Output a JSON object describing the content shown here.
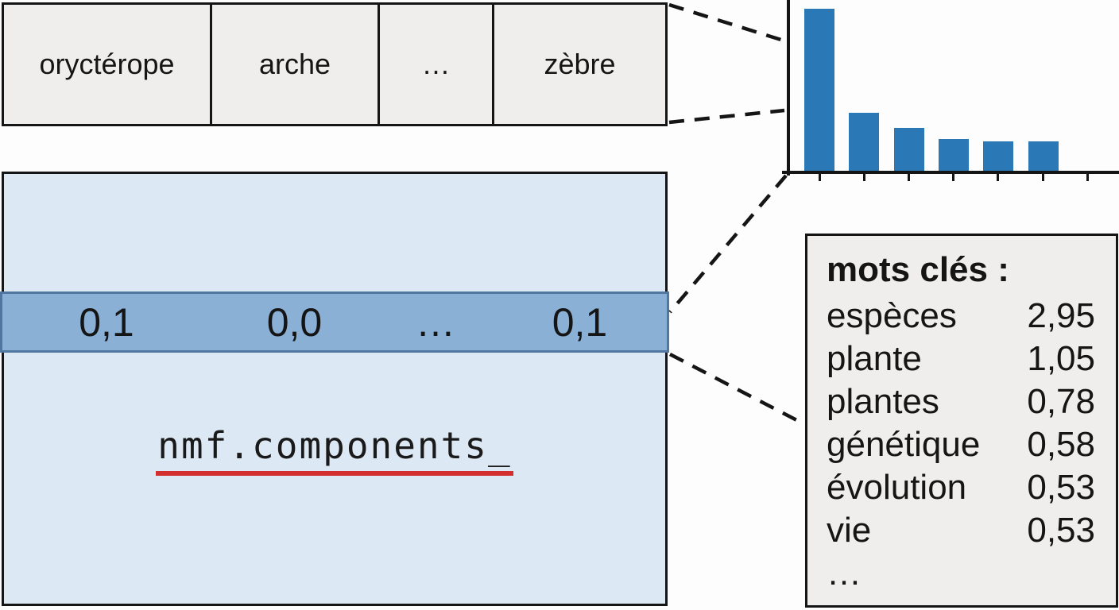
{
  "vocab_row": {
    "cells": [
      "oryctérope",
      "arche",
      "…",
      "zèbre"
    ]
  },
  "matrix": {
    "row_values": [
      "0,1",
      "0,0",
      "…",
      "0,1"
    ],
    "label": "nmf.components_"
  },
  "chart_data": {
    "type": "bar",
    "categories": [
      "espèces",
      "plante",
      "plantes",
      "génétique",
      "évolution",
      "vie"
    ],
    "values": [
      2.95,
      1.05,
      0.78,
      0.58,
      0.53,
      0.53
    ],
    "title": "",
    "xlabel": "",
    "ylabel": "",
    "ylim": [
      0,
      3.1
    ],
    "grid": false,
    "legend": false,
    "x_tick_count": 7,
    "tick_labels_visible": false,
    "bar_color": "#2a78b5"
  },
  "keywords_box": {
    "title": "mots clés :",
    "items": [
      {
        "word": "espèces",
        "value": "2,95"
      },
      {
        "word": "plante",
        "value": "1,05"
      },
      {
        "word": "plantes",
        "value": "0,78"
      },
      {
        "word": "génétique",
        "value": "0,58"
      },
      {
        "word": "évolution",
        "value": "0,53"
      },
      {
        "word": "vie",
        "value": "0,53"
      }
    ],
    "ellipsis": "…"
  },
  "colors": {
    "bar": "#2a78b5",
    "matrix_bg": "#dce8f4",
    "row_bg": "#8ab0d6",
    "row_border": "#50779f",
    "cell_bg": "#efeeec",
    "underline": "#d32f2f"
  }
}
